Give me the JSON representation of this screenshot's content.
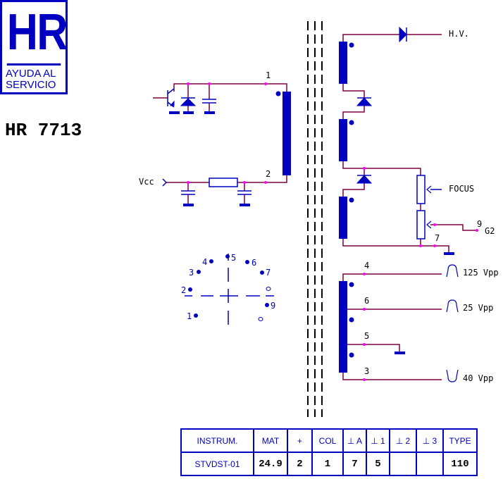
{
  "logo": {
    "brand": "HR",
    "line1": "AYUDA AL",
    "line2": "SERVICIO"
  },
  "model": "HR 7713",
  "primary": {
    "pin1": "1",
    "pin2": "2",
    "vcc": "Vcc"
  },
  "secondary": {
    "hv": "H.V.",
    "focus": "FOCUS",
    "g2_pin": "9",
    "g2": "G2",
    "pin7": "7"
  },
  "windings": [
    {
      "pin": "4",
      "label": "125 Vpp"
    },
    {
      "pin": "6",
      "label": "25 Vpp"
    },
    {
      "pin": "5"
    },
    {
      "pin": "3",
      "label": "40 Vpp"
    }
  ],
  "connector_pins": [
    "1",
    "2",
    "3",
    "4",
    "5",
    "6",
    "7",
    "9"
  ],
  "table": {
    "headers": [
      "INSTRUM.",
      "MAT",
      "+",
      "COL",
      "⊥ A",
      "⊥ 1",
      "⊥ 2",
      "⊥ 3",
      "TYPE"
    ],
    "values": [
      "STVDST-01",
      "24.9",
      "2",
      "1",
      "7",
      "5",
      "",
      "",
      "110"
    ]
  },
  "colors": {
    "component": "#0000c0",
    "wire": "#800040",
    "node": "#ff00ff"
  }
}
